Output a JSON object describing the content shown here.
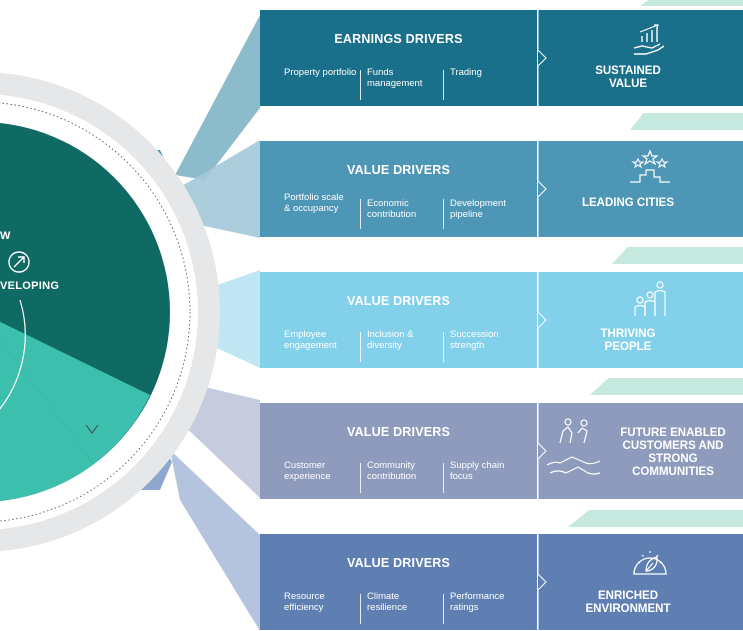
{
  "circle": {
    "label_fragment_top": "W",
    "label_fragment": "VELOPING"
  },
  "rows": [
    {
      "title": "EARNINGS DRIVERS",
      "items": [
        "Property portfolio",
        "Funds management",
        "Trading"
      ],
      "outcome": "SUSTAINED VALUE",
      "icon": "hand-growth-chart-icon",
      "colors": {
        "main": "#1a6f8a",
        "outcome": "#1a6f8a"
      }
    },
    {
      "title": "VALUE DRIVERS",
      "items": [
        "Portfolio scale & occupancy",
        "Economic contribution",
        "Development pipeline"
      ],
      "outcome": "LEADING CITIES",
      "icon": "stars-podium-icon",
      "colors": {
        "main": "#4e96b5",
        "outcome": "#4e96b5"
      }
    },
    {
      "title": "VALUE DRIVERS",
      "items": [
        "Employee engagement",
        "Inclusion & diversity",
        "Succession strength"
      ],
      "outcome": "THRIVING PEOPLE",
      "icon": "people-group-icon",
      "colors": {
        "main": "#83d0ea",
        "outcome": "#83d0ea"
      }
    },
    {
      "title": "VALUE DRIVERS",
      "items": [
        "Customer experience",
        "Community contribution",
        "Supply chain focus"
      ],
      "outcome": "FUTURE ENABLED CUSTOMERS AND STRONG COMMUNITIES",
      "icon": "people-handshake-icon",
      "colors": {
        "main": "#8f9bbd",
        "outcome": "#8f9bbd"
      }
    },
    {
      "title": "VALUE DRIVERS",
      "items": [
        "Resource efficiency",
        "Climate resilience",
        "Performance ratings"
      ],
      "outcome": "ENRICHED ENVIRONMENT",
      "icon": "leaf-gauge-icon",
      "colors": {
        "main": "#5f7fb2",
        "outcome": "#5f7fb2"
      }
    }
  ],
  "colors": {
    "circle_dark": "#0e6a63",
    "circle_light": "#3dbfae",
    "ring": "#e6e7e9",
    "stripe": "#c6e9df"
  }
}
